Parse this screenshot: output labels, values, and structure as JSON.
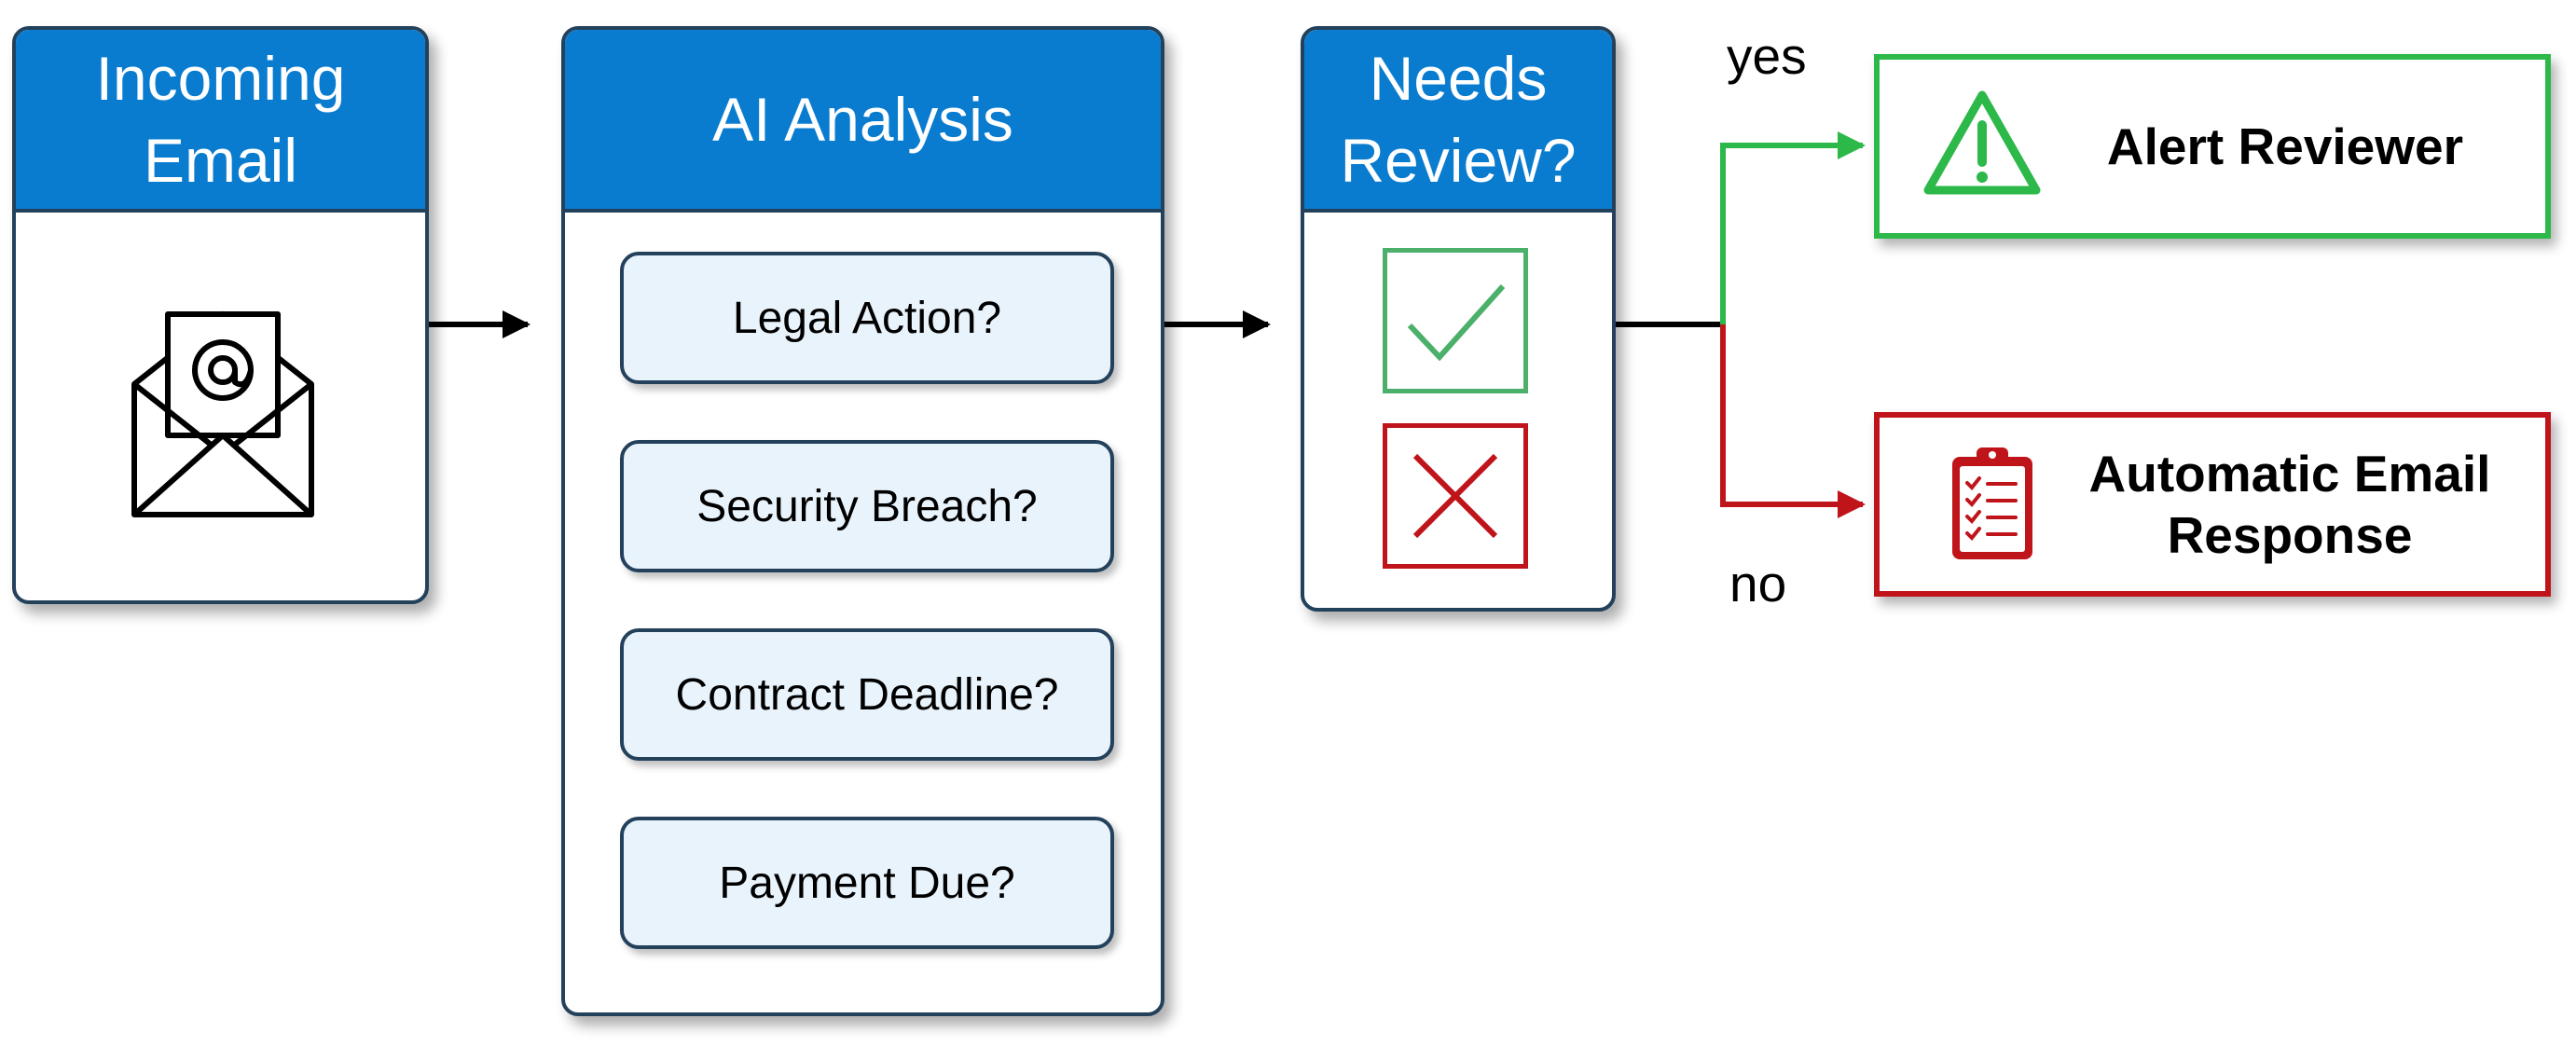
{
  "steps": {
    "incoming": {
      "title_line1": "Incoming",
      "title_line2": "Email",
      "icon": "email-open-at-icon"
    },
    "analysis": {
      "title": "AI Analysis",
      "questions": [
        "Legal Action?",
        "Security Breach?",
        "Contract Deadline?",
        "Payment Due?"
      ]
    },
    "review": {
      "title_line1": "Needs",
      "title_line2": "Review?",
      "icons": [
        "check-icon",
        "cross-icon"
      ]
    }
  },
  "branches": {
    "yes": "yes",
    "no": "no"
  },
  "outcomes": {
    "alert": {
      "label": "Alert Reviewer",
      "icon": "warning-triangle-icon",
      "color": "#2db84a"
    },
    "auto": {
      "label_line1": "Automatic Email",
      "label_line2": "Response",
      "icon": "clipboard-checklist-icon",
      "color": "#c0141b"
    }
  },
  "colors": {
    "header": "#0a7ccf",
    "border": "#24415c",
    "question_fill": "#e9f3fb",
    "yes": "#2db84a",
    "no": "#c0141b"
  }
}
